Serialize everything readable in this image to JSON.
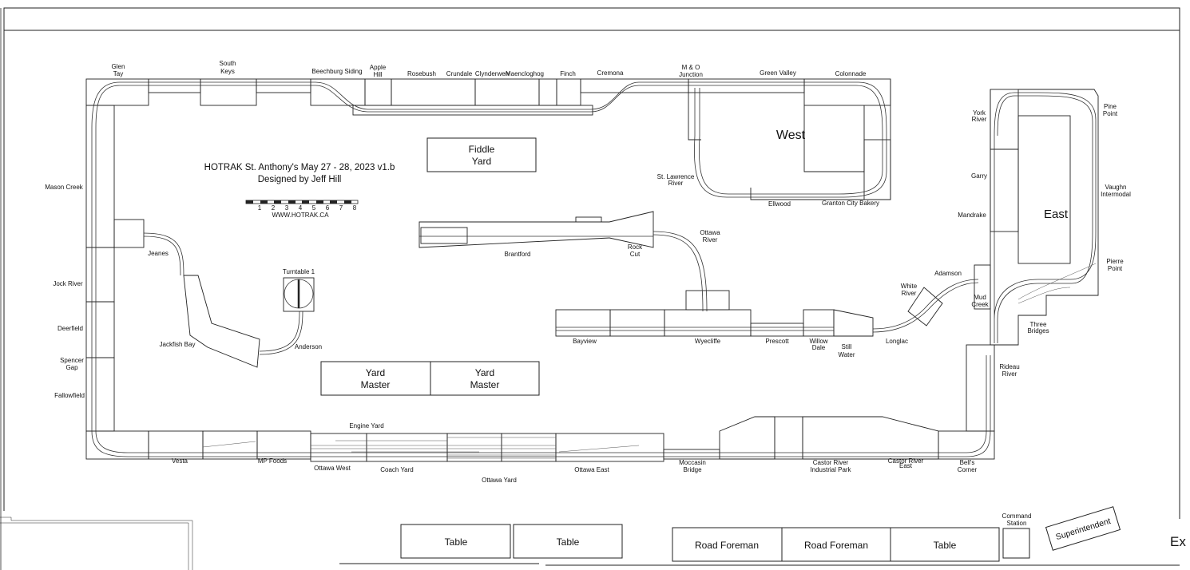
{
  "title": {
    "line1": "HOTRAK St. Anthony's May 27 - 28, 2023 v1.b",
    "line2": "Designed by Jeff Hill"
  },
  "scale": {
    "numbers": [
      "1",
      "2",
      "3",
      "4",
      "5",
      "6",
      "7",
      "8"
    ],
    "url": "WWW.HOTRAK.CA"
  },
  "areas": {
    "fiddle_yard": [
      "Fiddle",
      "Yard"
    ],
    "west": "West",
    "east": "East",
    "yard_master_1": [
      "Yard",
      "Master"
    ],
    "yard_master_2": [
      "Yard",
      "Master"
    ],
    "turntable": "Turntable 1"
  },
  "stations": {
    "glen_tay": [
      "Glen",
      "Tay"
    ],
    "south_keys": [
      "South",
      "Keys"
    ],
    "beechburg_siding": "Beechburg Siding",
    "apple_hill": [
      "Apple",
      "Hill"
    ],
    "rosebush": "Rosebush",
    "crundale": "Crundale",
    "clynderwen": "Clynderwen",
    "maencloghog": "Maencloghog",
    "finch": "Finch",
    "cremona": "Cremona",
    "mo_junction": [
      "M & O",
      "Junction"
    ],
    "green_valley": "Green Valley",
    "colonnade": "Colonnade",
    "mason_creek": "Mason Creek",
    "jeanes": "Jeanes",
    "jock_river": "Jock River",
    "deerfield": "Deerfield",
    "spencer_gap": [
      "Spencer",
      "Gap"
    ],
    "fallowfield": "Fallowfield",
    "jackfish_bay": "Jackfish Bay",
    "anderson": "Anderson",
    "brantford": "Brantford",
    "rock_cut": [
      "Rock",
      "Cut"
    ],
    "ottawa_river": [
      "Ottawa",
      "River"
    ],
    "st_lawrence_river": [
      "St. Lawrence",
      "River"
    ],
    "ellwood": "Ellwood",
    "granton": "Granton City Bakery",
    "bayview": "Bayview",
    "wyecliffe": "Wyecliffe",
    "prescott": "Prescott",
    "willow_dale": [
      "Willow",
      "Dale"
    ],
    "still_water": [
      "Still",
      "Water"
    ],
    "longlac": "Longlac",
    "white_river": [
      "White",
      "River"
    ],
    "adamson": "Adamson",
    "mud_creek": [
      "Mud",
      "Creek"
    ],
    "three_bridges": [
      "Three",
      "Bridges"
    ],
    "rideau_river": [
      "Rideau",
      "River"
    ],
    "york_river": [
      "York",
      "River"
    ],
    "garry": "Garry",
    "mandrake": "Mandrake",
    "pine_point": [
      "Pine",
      "Point"
    ],
    "vaughn_intermodal": [
      "Vaughn",
      "Intermodal"
    ],
    "pierre_point": [
      "Pierre",
      "Point"
    ],
    "vesta": "Vesta",
    "mp_foods": "MP Foods",
    "engine_yard": "Engine Yard",
    "ottawa_west": "Ottawa West",
    "coach_yard": "Coach Yard",
    "ottawa_yard": "Ottawa Yard",
    "ottawa_east": "Ottawa East",
    "moccasin_bridge": [
      "Moccasin",
      "Bridge"
    ],
    "castor_river_ip": [
      "Castor River",
      "Industrial Park"
    ],
    "castor_river_east": [
      "Castor River",
      "East"
    ],
    "bells_corner": [
      "Bell's",
      "Corner"
    ]
  },
  "tables": {
    "table1": "Table",
    "table2": "Table",
    "road_foreman_1": "Road Foreman",
    "road_foreman_2": "Road Foreman",
    "table3": "Table",
    "command_station": [
      "Command",
      "Station"
    ],
    "superintendent": "Superintendent",
    "exit_partial": "Ex"
  }
}
